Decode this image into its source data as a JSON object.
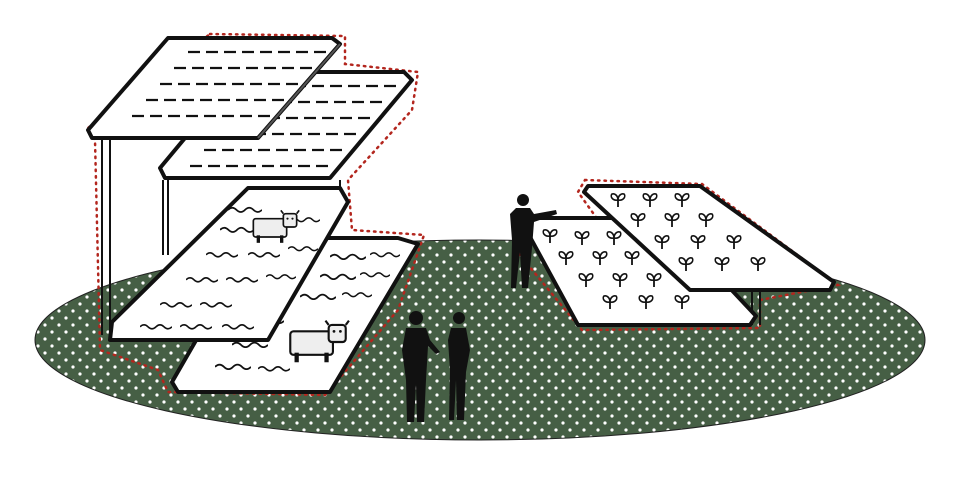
{
  "illustration": {
    "ground_color": "#465f45",
    "ground_dot_color": "#ffffff",
    "outline_color": "#b3261e",
    "panel_fill": "#ffffff",
    "panel_stroke": "#111111",
    "figure_color": "#111111",
    "groups": [
      {
        "name": "grazing-panels",
        "icon": "cow-icon",
        "count": 2
      },
      {
        "name": "solar-panels-top",
        "icon": "solar-panel-icon",
        "count": 2
      },
      {
        "name": "crop-panels",
        "icon": "sprout-icon",
        "count": 2
      }
    ],
    "people": [
      {
        "name": "person-pointing",
        "icon": "person-icon"
      },
      {
        "name": "person-standing-left",
        "icon": "person-icon"
      },
      {
        "name": "person-standing-right",
        "icon": "person-icon"
      }
    ]
  }
}
